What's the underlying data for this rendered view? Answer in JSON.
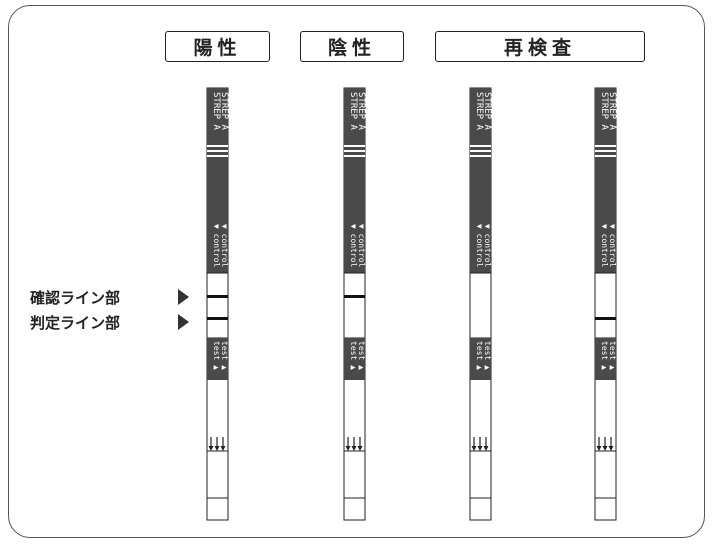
{
  "result_labels": {
    "positive": "陽性",
    "negative": "陰性",
    "retest": "再検査"
  },
  "side_labels": {
    "control_line": "確認ライン部",
    "test_line": "判定ライン部"
  },
  "strip_text": {
    "brand": "STREP A",
    "control": "control",
    "test": "test"
  },
  "strips": [
    {
      "result": "陽性",
      "control_line": true,
      "test_line": true
    },
    {
      "result": "陰性",
      "control_line": true,
      "test_line": false
    },
    {
      "result": "再検査",
      "control_line": false,
      "test_line": false
    },
    {
      "result": "再検査",
      "control_line": false,
      "test_line": true
    }
  ],
  "colors": {
    "strip_dark": "#4a4a4a",
    "line": "#111111",
    "border": "#222222"
  }
}
